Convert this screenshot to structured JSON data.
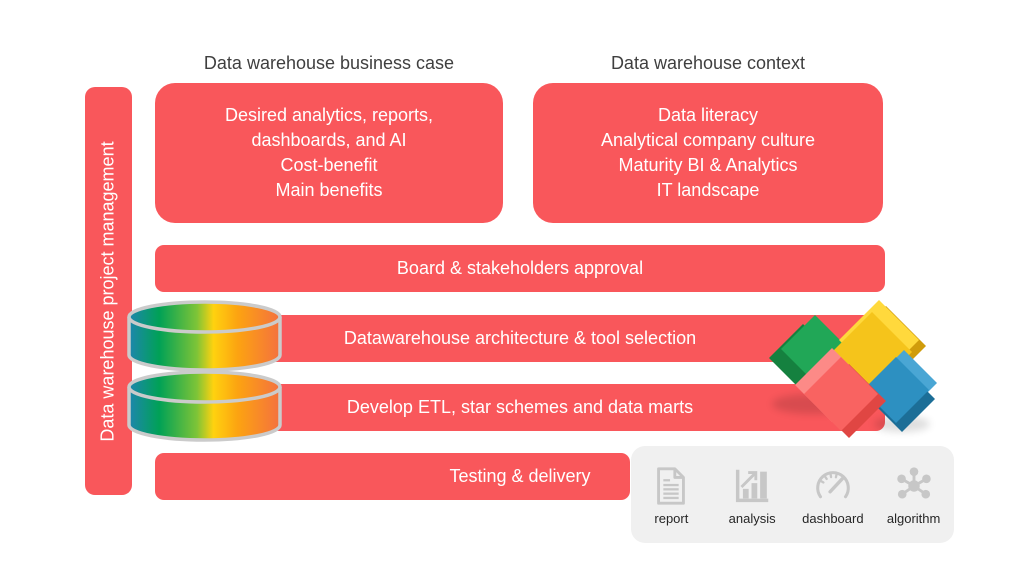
{
  "colors": {
    "accent_red": "#f9575b",
    "header_text": "#3f3f3f",
    "panel_bg": "#f0f0f0",
    "icon_gray": "#c7c7c7",
    "cube_green": "#21a757",
    "cube_yellow": "#f5c41b",
    "cube_red": "#f96361",
    "cube_blue": "#2d90c1",
    "cylinder_gradient": [
      "#1e86ae",
      "#00a156",
      "#7ec437",
      "#ffd20f",
      "#fca311",
      "#f4713f"
    ]
  },
  "rail": {
    "label": "Data warehouse project management"
  },
  "columns": [
    {
      "header": "Data warehouse business case",
      "lines": [
        "Desired analytics, reports,",
        "dashboards, and AI",
        "Cost-benefit",
        "Main benefits"
      ]
    },
    {
      "header": "Data warehouse context",
      "lines": [
        "Data literacy",
        "Analytical company culture",
        "Maturity BI & Analytics",
        "IT landscape"
      ]
    }
  ],
  "bars": [
    {
      "label": "Board & stakeholders approval"
    },
    {
      "label": "Datawarehouse architecture & tool selection"
    },
    {
      "label": "Develop ETL, star schemes and data marts"
    },
    {
      "label": "Testing & delivery"
    }
  ],
  "deliverables": [
    {
      "icon": "report-icon",
      "label": "report"
    },
    {
      "icon": "analysis-icon",
      "label": "analysis"
    },
    {
      "icon": "dashboard-icon",
      "label": "dashboard"
    },
    {
      "icon": "algorithm-icon",
      "label": "algorithm"
    }
  ]
}
